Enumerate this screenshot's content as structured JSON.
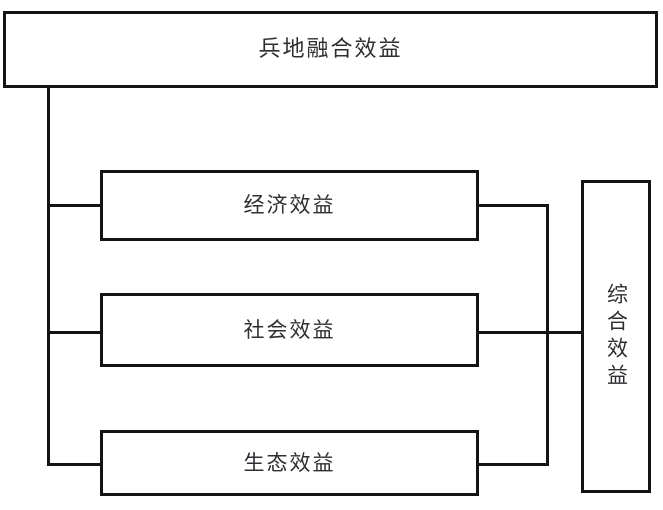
{
  "diagram": {
    "title": "兵地融合效益",
    "root": {
      "id": "root",
      "label": "兵地融合效益"
    },
    "branches": [
      {
        "id": "economic",
        "label": "经济效益"
      },
      {
        "id": "social",
        "label": "社会效益"
      },
      {
        "id": "ecological",
        "label": "生态效益"
      }
    ],
    "aggregate": {
      "id": "comprehensive",
      "label": "综合效益",
      "orientation": "vertical"
    },
    "colors": {
      "stroke": "#141414",
      "text": "#2f2f33",
      "background": "#ffffff"
    }
  }
}
